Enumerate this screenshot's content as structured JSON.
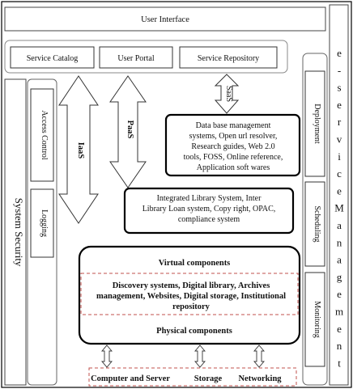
{
  "top_bar": {
    "label": "User Interface"
  },
  "service_bar": {
    "items": [
      "Service Catalog",
      "User Portal",
      "Service Repository"
    ]
  },
  "left_column": {
    "system_security": "System Security",
    "access_control": "Access Control",
    "logging": "Logging"
  },
  "arrows": {
    "iaas": "IaaS",
    "paas": "PaaS",
    "saas": "SaaS"
  },
  "saas_box": {
    "lines": [
      "Data base management",
      "systems, Open url resolver,",
      "Research guides, Web 2.0",
      "tools, FOSS, Online reference,",
      "Application soft wares"
    ]
  },
  "paas_box": {
    "lines": [
      "Integrated Library System, Inter",
      "Library Loan system, Copy right, OPAC,",
      "compliance system"
    ]
  },
  "iaas_box": {
    "virtual": "Virtual components",
    "middle_lines": [
      "Discovery systems, Digital library, Archives",
      "management, Websites, Digital storage, Institutional",
      "repository"
    ],
    "physical": "Physical components"
  },
  "hardware": [
    "Computer and Server",
    "Storage",
    "Networking"
  ],
  "right_column": {
    "deployment": "Deployment",
    "scheduling": "Scheduling",
    "monitoring": "Monitoring",
    "title_chars": [
      "e",
      "-",
      "s",
      "e",
      "r",
      "v",
      "i",
      "c",
      "e",
      "M",
      "a",
      "n",
      "a",
      "g",
      "e",
      "m",
      "e",
      "n",
      "t"
    ]
  }
}
